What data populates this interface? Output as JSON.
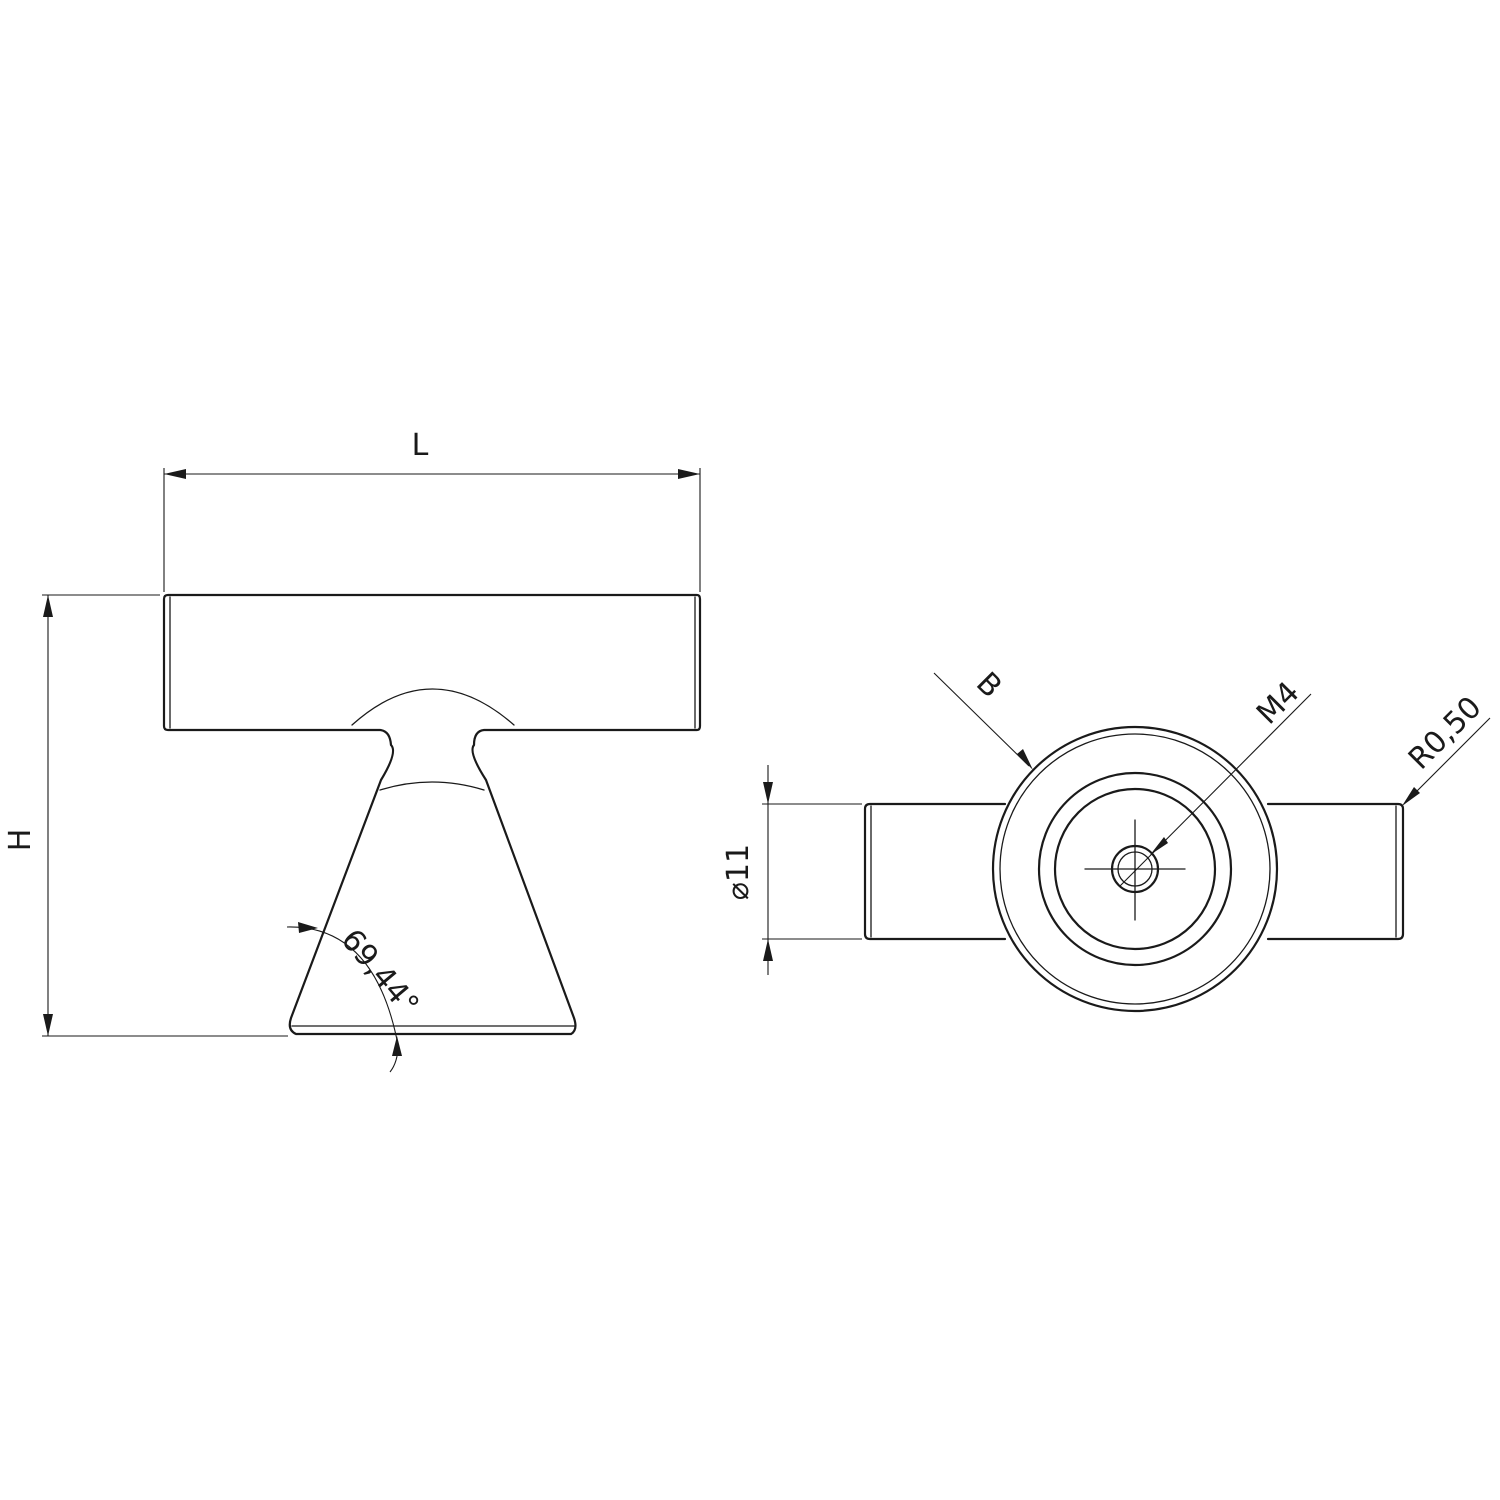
{
  "dimensions": {
    "length": "L",
    "height": "H",
    "angle": "69,44°",
    "width_label": "B",
    "thread": "M4",
    "radius": "R0,50",
    "diameter": "⌀11"
  },
  "colors": {
    "line": "#1a1a1a",
    "background": "#ffffff"
  }
}
